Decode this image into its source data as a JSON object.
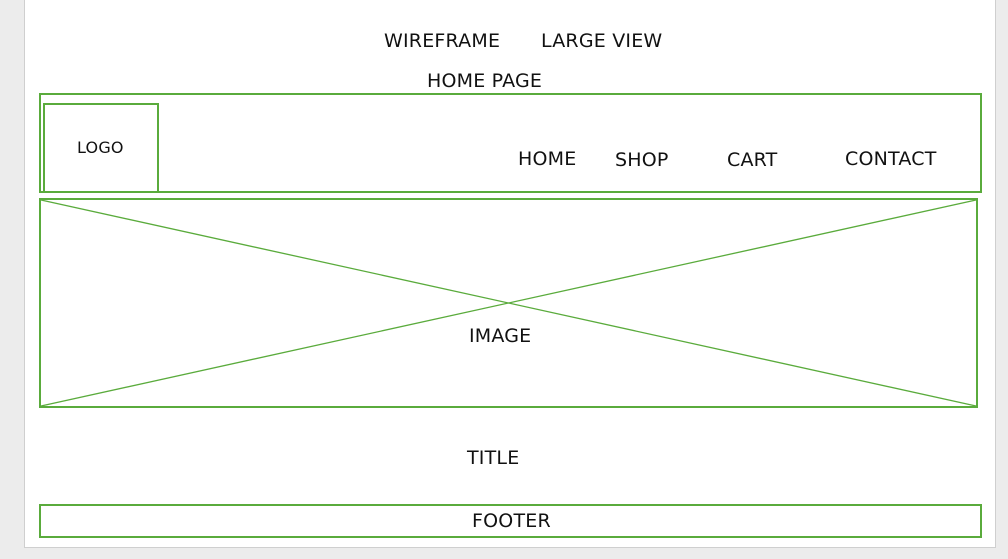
{
  "title": {
    "wireframe": "WIREFRAME",
    "view": "LARGE VIEW",
    "page": "HOME PAGE"
  },
  "header": {
    "logo": "LOGO",
    "nav": [
      "HOME",
      "SHOP",
      "CART",
      "CONTACT"
    ]
  },
  "hero": {
    "label": "IMAGE"
  },
  "content": {
    "title": "TITLE"
  },
  "footer": {
    "label": "FOOTER"
  },
  "colors": {
    "wireframe_stroke": "#5aab3c",
    "page_background": "#ffffff",
    "outer_background": "#ececec"
  }
}
